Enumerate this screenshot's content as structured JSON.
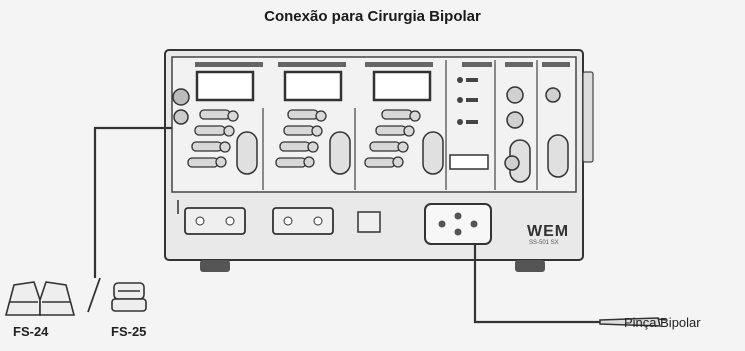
{
  "title": "Conexão para Cirurgia Bipolar",
  "pedals": [
    {
      "label": "FS-24",
      "icon": "double-footswitch-icon"
    },
    {
      "label": "FS-25",
      "icon": "single-footswitch-icon"
    }
  ],
  "separator": "/",
  "instrument": {
    "label": "Pinça Bipolar",
    "icon": "bipolar-forceps-icon"
  },
  "device": {
    "brand": "WEM",
    "model": "SS-501 SX"
  },
  "colors": {
    "line": "#333333",
    "panel": "#e8e8e8",
    "display": "#ffffff"
  }
}
